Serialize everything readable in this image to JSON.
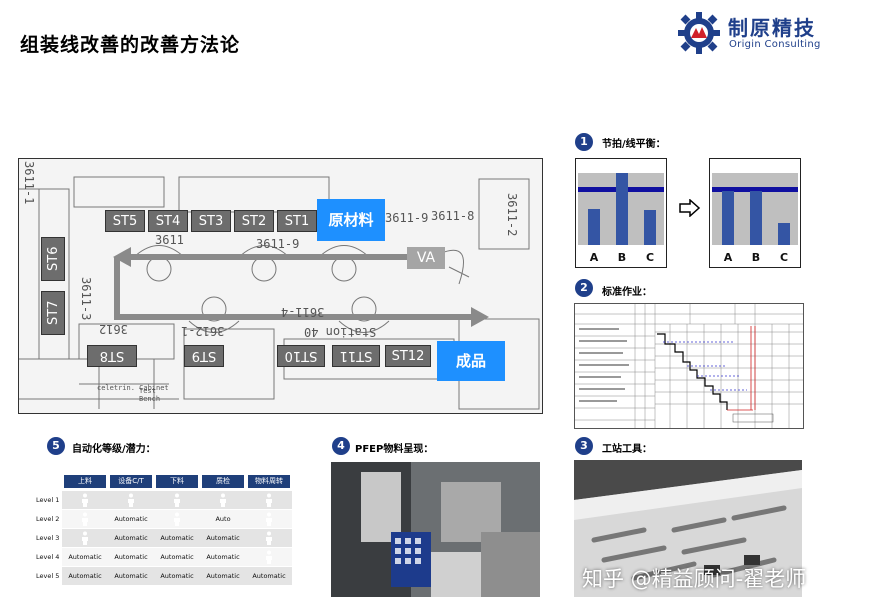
{
  "title": "组装线改善的改善方法论",
  "logo": {
    "name_cn": "制原精技",
    "name_en": "Origin Consulting"
  },
  "floor_plan": {
    "drawing_labels": [
      "3611-1",
      "3611",
      "3611-9",
      "3611-9",
      "3611-8",
      "3611-2",
      "3611-3",
      "3612",
      "3612-1",
      "3611-4",
      "Station 40",
      "celetrin. Cabinet",
      "Test Bench"
    ],
    "stations_top": [
      "ST5",
      "ST4",
      "ST3",
      "ST2",
      "ST1"
    ],
    "stations_left": [
      "ST6",
      "ST7"
    ],
    "stations_bottom": [
      "ST8",
      "ST9",
      "ST10",
      "ST11",
      "ST12"
    ],
    "raw_material": "原材料",
    "finished_goods": "成品",
    "va": "VA"
  },
  "sections": {
    "s1": {
      "number": "1",
      "label": "节拍/线平衡："
    },
    "s2": {
      "number": "2",
      "label": "标准作业："
    },
    "s3": {
      "number": "3",
      "label": "工站工具："
    },
    "s4": {
      "number": "4",
      "label": "PFEP物料呈现："
    },
    "s5": {
      "number": "5",
      "label": "自动化等级/潜力："
    }
  },
  "takt_before": {
    "categories": [
      "A",
      "B",
      "C"
    ],
    "values": [
      0.5,
      1.0,
      0.48
    ],
    "takt_line": 0.8
  },
  "takt_after": {
    "categories": [
      "A",
      "B",
      "C"
    ],
    "values": [
      0.75,
      0.75,
      0.3
    ],
    "takt_line": 0.8
  },
  "automation_table": {
    "columns": [
      "上料",
      "设备C/T",
      "下料",
      "质检",
      "物料周转"
    ],
    "rows": [
      {
        "label": "Level 1",
        "cells": [
          "",
          "",
          "",
          "",
          ""
        ]
      },
      {
        "label": "Level 2",
        "cells": [
          "",
          "Automatic",
          "",
          "Auto",
          ""
        ]
      },
      {
        "label": "Level 3",
        "cells": [
          "",
          "Automatic",
          "Automatic",
          "Automatic",
          ""
        ]
      },
      {
        "label": "Level 4",
        "cells": [
          "Automatic",
          "Automatic",
          "Automatic",
          "Automatic",
          ""
        ]
      },
      {
        "label": "Level 5",
        "cells": [
          "Automatic",
          "Automatic",
          "Automatic",
          "Automatic",
          "Automatic"
        ]
      }
    ]
  },
  "watermark": "知乎 @精益顾问-翟老师",
  "colors": {
    "brand": "#1f3f8a",
    "accent_blue": "#1e90ff",
    "station_gray": "#6d6d6d"
  }
}
